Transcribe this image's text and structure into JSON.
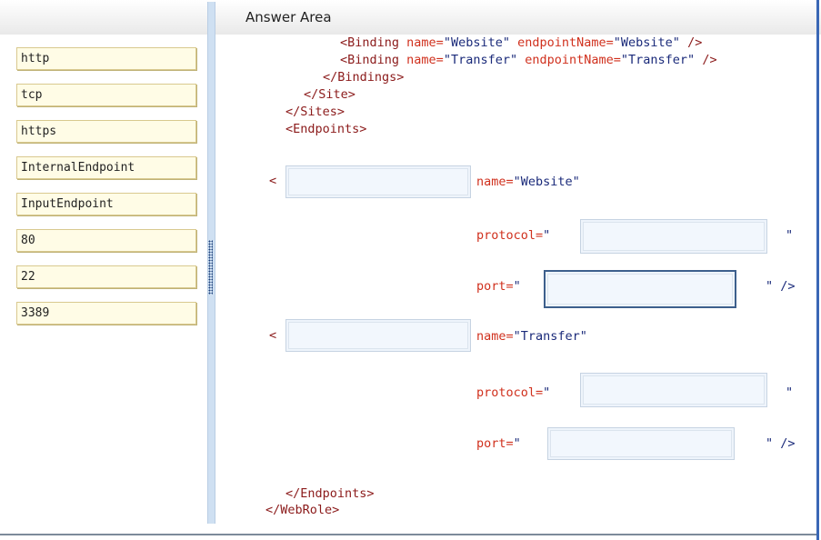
{
  "answer_area": {
    "title": "Answer Area"
  },
  "options": [
    "http",
    "tcp",
    "https",
    "InternalEndpoint",
    "InputEndpoint",
    "80",
    "22",
    "3389"
  ],
  "code": {
    "binding_open": "<Binding",
    "attr_name": "name=",
    "binding1_name_val": "\"Website\"",
    "attr_endpoint_name": "endpointName=",
    "binding1_endpoint_val": "\"Website\"",
    "self_close": "/>",
    "binding2_name_val": "\"Transfer\"",
    "binding2_endpoint_val": "\"Transfer\"",
    "bindings_close": "</Bindings>",
    "site_close": "</Site>",
    "sites_close": "</Sites>",
    "endpoints_open": "<Endpoints>",
    "lt": "<",
    "ep1_name_attr": "name=",
    "ep1_name_val": "\"Website\"",
    "protocol_attr": "protocol=",
    "quote_open": "\"",
    "quote_close": "\"",
    "port_attr": "port=",
    "quote_self_close": "\" />",
    "ep2_name_val": "\"Transfer\"",
    "endpoints_close": "</Endpoints>",
    "webrole_close": "</WebRole>"
  },
  "colors": {
    "divider": "#cfe0f2",
    "frame": "#3a67b5",
    "option_bg": "#fffce6",
    "drop_bg": "#eef4fb"
  }
}
